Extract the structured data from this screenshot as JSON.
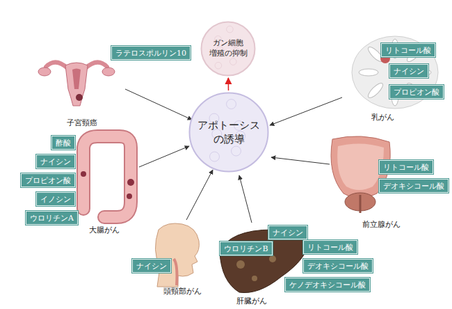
{
  "diagram": {
    "nodes": [
      {
        "text": [
          "ガン細胞 増殖の抑制"
        ]
      },
      {
        "text": [
          "ラテロスポルリン10"
        ]
      },
      {
        "text": [
          "リトコール酸"
        ]
      },
      {
        "text": [
          "ナイシン"
        ]
      },
      {
        "text": [
          "プロピオン酸"
        ]
      },
      {
        "text": [
          "アポトーシス の誘導"
        ]
      },
      {
        "text": [
          "酢酸"
        ]
      },
      {
        "text": [
          "ナイシン"
        ]
      },
      {
        "text": [
          "プロピオン酸"
        ]
      },
      {
        "text": [
          "イノシン"
        ]
      },
      {
        "text": [
          "ウロリチンA"
        ]
      },
      {
        "text": [
          "リトコール酸"
        ]
      },
      {
        "text": [
          "デオキシコール酸"
        ]
      },
      {
        "text": [
          "ナイシン"
        ]
      },
      {
        "text": [
          "ウロリチンB"
        ]
      },
      {
        "text": [
          "リトコール酸"
        ]
      },
      {
        "text": [
          "デオキシコール酸"
        ]
      },
      {
        "text": [
          "ケノデオキシコール酸"
        ]
      },
      {
        "text": [
          "ナイシン"
        ]
      }
    ],
    "edges": [
      {
        "from": 5,
        "to": 0,
        "arrow": "to"
      }
    ],
    "labels": [
      "子宮頸癌",
      "乳がん",
      "大腸がん",
      "前立腺がん",
      "頭頸部がん",
      "肝臓がん"
    ]
  }
}
